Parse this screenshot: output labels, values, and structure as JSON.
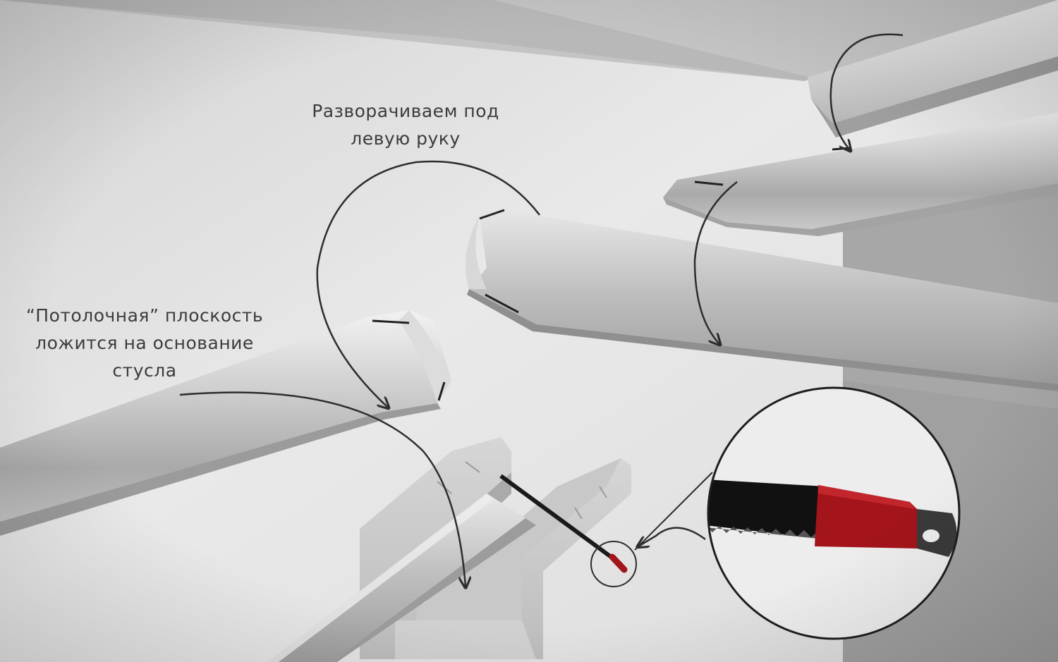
{
  "captions": {
    "turn_left_hand": {
      "line1": "Разворачиваем под",
      "line2": "левую руку"
    },
    "ceiling_plane": {
      "line1": "“Потолочная” плоскость",
      "line2": "ложится на основание",
      "line3": "стусла"
    }
  },
  "colors": {
    "background": "#e6e6e6",
    "wall_right": "#a8a8a8",
    "ceiling": "#b9b9b9",
    "molding": "#c2c2c2",
    "saw_handle_red": "#a3141b",
    "saw_blade_black": "#111111",
    "arrow": "#2d2d2d"
  },
  "icons": {
    "arrow_icon": "curved-arrow",
    "saw_icon": "hacksaw",
    "miter_box_icon": "miter-box"
  }
}
